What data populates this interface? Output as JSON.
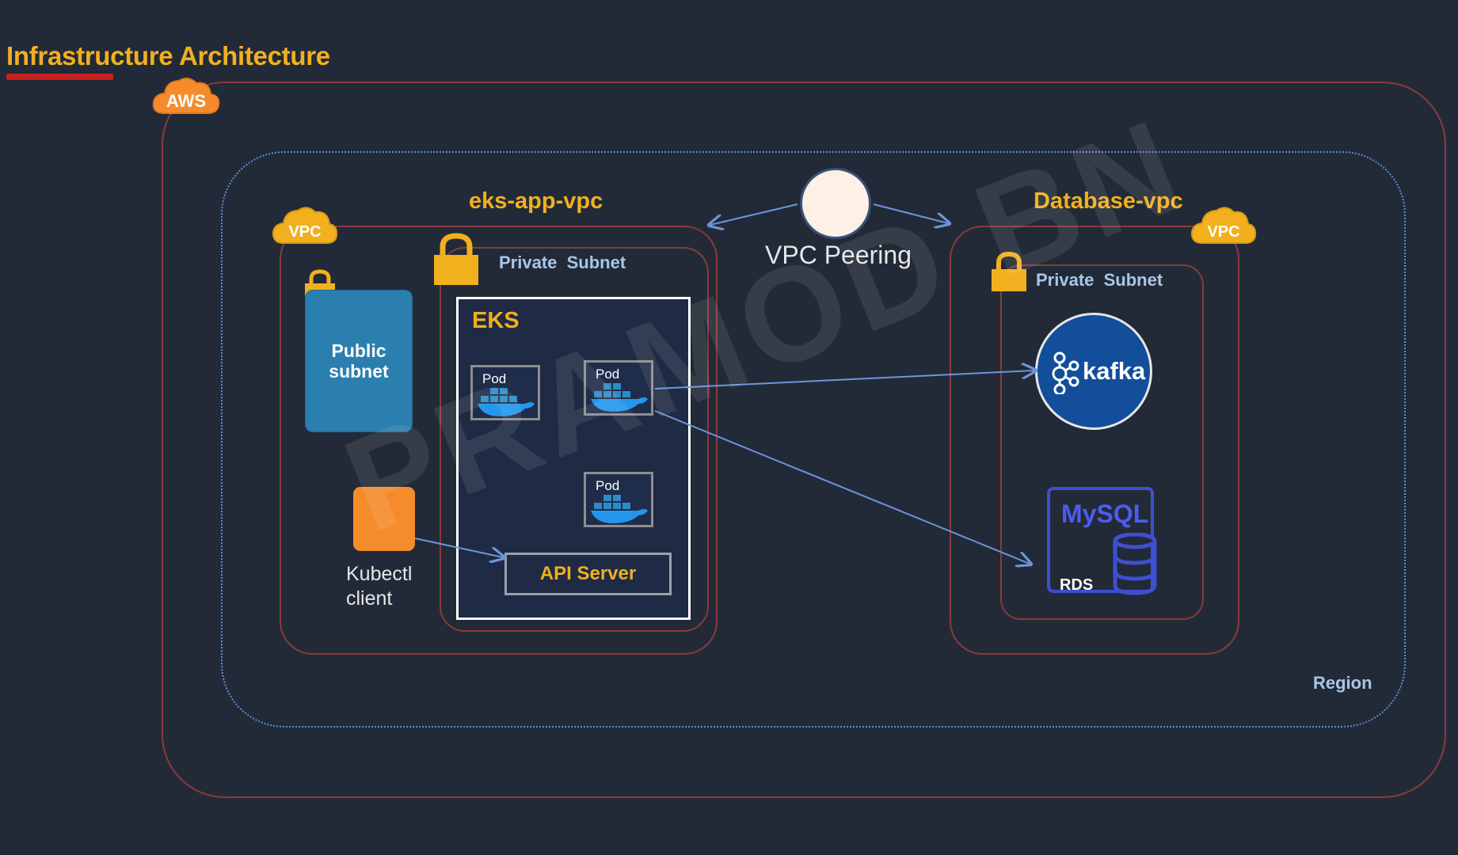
{
  "title": "Infrastructure Architecture",
  "clouds": {
    "aws_label": "AWS",
    "vpc_left_label": "VPC",
    "vpc_right_label": "VPC"
  },
  "eks_vpc": {
    "name": "eks-app-vpc",
    "private_subnet_label": "Private  Subnet",
    "public_subnet_label": "Public\nsubnet",
    "cluster_label": "EKS",
    "pods": [
      "Pod",
      "Pod",
      "Pod"
    ],
    "api_server_label": "API Server",
    "kubectl_label": "Kubectl\nclient"
  },
  "peering": {
    "label": "VPC Peering"
  },
  "database_vpc": {
    "name": "Database-vpc",
    "private_subnet_label": "Private  Subnet",
    "kafka_label": "kafka",
    "mysql_label": "MySQL",
    "rds_label": "RDS"
  },
  "region_label": "Region",
  "watermark": "PRAMOD BN",
  "colors": {
    "background": "#222a38",
    "accent_orange": "#f2b01e",
    "border_red": "#8a3a3a",
    "region_blue": "#5b8fd6",
    "kafka_blue": "#124e9a",
    "mysql_blue": "#3f4fd0"
  }
}
